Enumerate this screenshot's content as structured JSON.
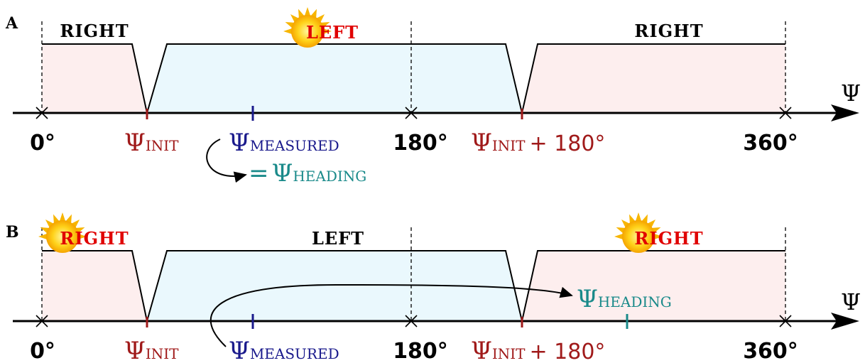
{
  "panels": [
    {
      "letter": "A",
      "left_label": "RIGHT",
      "middle_label": "LEFT",
      "right_label": "RIGHT",
      "sun_on": "middle",
      "heading_label": "Ψ",
      "heading_sub": "HEADING",
      "heading_prefix": "="
    },
    {
      "letter": "B",
      "left_label": "RIGHT",
      "middle_label": "LEFT",
      "right_label": "RIGHT",
      "sun_on": "sides",
      "heading_label": "Ψ",
      "heading_sub": "HEADING"
    }
  ],
  "axis": {
    "symbol": "Ψ",
    "tick_0": "0°",
    "tick_180": "180°",
    "tick_360": "360°",
    "psi": "Ψ",
    "init_sub": "INIT",
    "measured_sub": "MEASURED",
    "plus_180": "+ 180°"
  },
  "colors": {
    "right_fill": "#fdeeee",
    "left_fill": "#eaf8fd",
    "init": "#a01a1a",
    "measured": "#1a1a8c",
    "heading": "#1a8a8a",
    "sun_label": "#e00000"
  }
}
